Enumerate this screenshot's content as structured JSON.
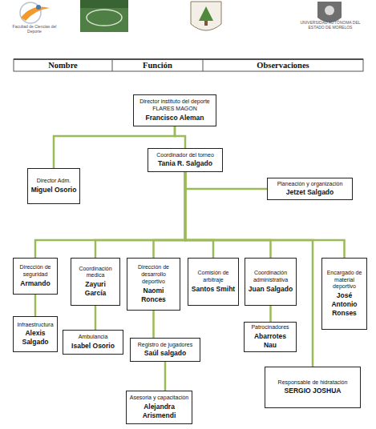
{
  "diagram": {
    "nodes": [
      {
        "text": [
          "Director instituto del deporte FLARES MAGON",
          "Francisco Aleman"
        ]
      },
      {
        "text": [
          "Coordinador del torneo",
          "Tania R. Salgado"
        ]
      },
      {
        "text": [
          "Director Adm.",
          "Miguel Osorio"
        ]
      },
      {
        "text": [
          "Planeación y organización",
          "Jetzet Salgado"
        ]
      },
      {
        "text": [
          "Dirección de seguridad",
          "Armando"
        ]
      },
      {
        "text": [
          "Coordinación medica",
          "Zayuri García"
        ]
      },
      {
        "text": [
          "Dirección de desarrollo deportivo",
          "Naomi Ronces"
        ]
      },
      {
        "text": [
          "Comisión de arbitraje",
          "Santos Smiht"
        ]
      },
      {
        "text": [
          "Coordinación administrativa",
          "Juan Salgado"
        ]
      },
      {
        "text": [
          "Encargado de material deportivo",
          "José Antonio Ronses"
        ]
      },
      {
        "text": [
          "Infraestructura",
          "Alexis Salgado"
        ]
      },
      {
        "text": [
          "Ambulancia",
          "Isabel Osorio"
        ]
      },
      {
        "text": [
          "Registro de jugadores",
          "Saúl salgado"
        ]
      },
      {
        "text": [
          "Patrocinadores",
          "Abarrotes Nau"
        ]
      },
      {
        "text": [
          "Responsable de hidratación",
          "SERGIO JOSHUA"
        ]
      },
      {
        "text": [
          "Asesoria y capacitación",
          "Alejandra Arismendi"
        ]
      }
    ],
    "edges": [
      {
        "from": 0,
        "to": 1,
        "arrow": "none"
      },
      {
        "from": 0,
        "to": 2,
        "arrow": "none"
      },
      {
        "from": 1,
        "to": 3,
        "arrow": "none"
      },
      {
        "from": 1,
        "to": 4,
        "arrow": "none"
      },
      {
        "from": 1,
        "to": 5,
        "arrow": "none"
      },
      {
        "from": 1,
        "to": 6,
        "arrow": "none"
      },
      {
        "from": 1,
        "to": 7,
        "arrow": "none"
      },
      {
        "from": 1,
        "to": 8,
        "arrow": "none"
      },
      {
        "from": 1,
        "to": 9,
        "arrow": "none"
      },
      {
        "from": 1,
        "to": 14,
        "arrow": "none"
      },
      {
        "from": 4,
        "to": 10,
        "arrow": "none"
      },
      {
        "from": 5,
        "to": 11,
        "arrow": "none"
      },
      {
        "from": 6,
        "to": 12,
        "arrow": "none"
      },
      {
        "from": 8,
        "to": 13,
        "arrow": "none"
      },
      {
        "from": 12,
        "to": 15,
        "arrow": "none"
      }
    ],
    "labels": [
      "Facultad de Ciencias del Deporte",
      "UNIVERSIDAD AUTÓNOMA DEL ESTADO DE MORELOS",
      "Nombre",
      "Función",
      "Observaciones"
    ]
  }
}
